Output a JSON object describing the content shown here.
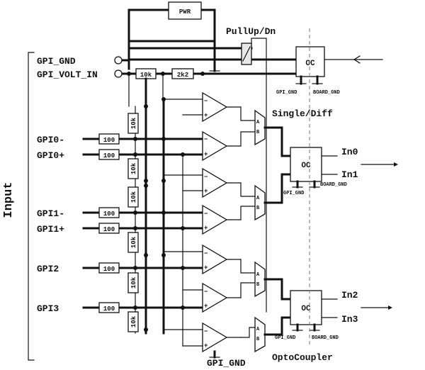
{
  "diagram": {
    "blocks": {
      "pwr": "PWR",
      "oc": "OC"
    },
    "labels": {
      "pullup": "PullUp/Dn",
      "single_diff": "Single/Diff",
      "optocoupler": "OptoCoupler",
      "gpi_gnd_bottom": "GPI_GND",
      "input": "Input"
    },
    "inputs": {
      "gpi_gnd": "GPI_GND",
      "gpi_volt_in": "GPI_VOLT_IN",
      "gpi0_minus": "GPI0-",
      "gpi0_plus": "GPI0+",
      "gpi1_minus": "GPI1-",
      "gpi1_plus": "GPI1+",
      "gpi2": "GPI2",
      "gpi3": "GPI3"
    },
    "outputs": {
      "in0": "In0",
      "in1": "In1",
      "in2": "In2",
      "in3": "In3"
    },
    "resistors": {
      "r100": "100",
      "r10k": "10k",
      "r2k2": "2k2"
    },
    "mux_pins": {
      "a": "A",
      "b": "B"
    },
    "oc_grounds": {
      "gpi_gnd": "GPI_GND",
      "board_gnd": "BOARD_GND"
    },
    "opamp_signs": {
      "minus": "−",
      "plus": "+"
    }
  }
}
